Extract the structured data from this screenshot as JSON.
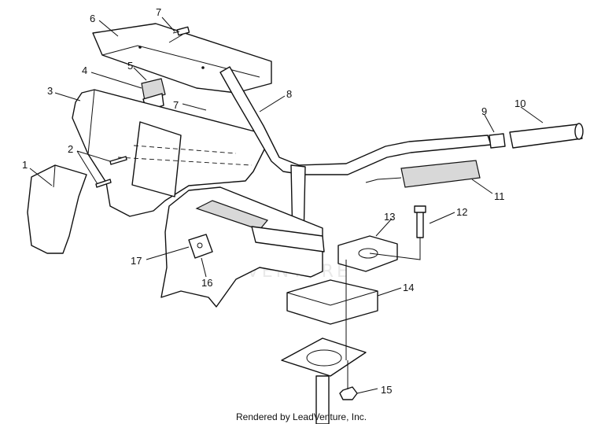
{
  "diagram": {
    "callouts": [
      "1",
      "2",
      "3",
      "4",
      "5",
      "6",
      "7",
      "7",
      "8",
      "9",
      "10",
      "11",
      "12",
      "13",
      "14",
      "15",
      "16",
      "17"
    ],
    "watermark": "LEADVENTURE",
    "footer": "Rendered by LeadVenture, Inc."
  },
  "colors": {
    "line": "#111111",
    "shade": "#d8d8d8",
    "watermark": "#e9e9e9"
  }
}
